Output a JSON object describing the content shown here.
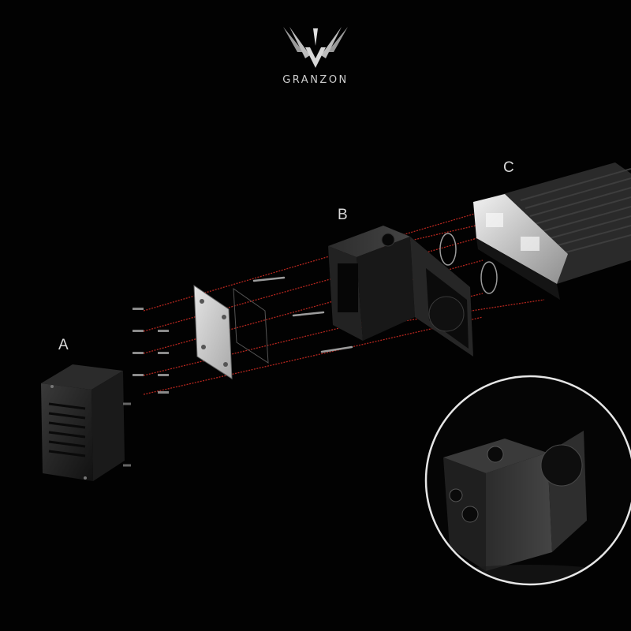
{
  "brand": {
    "name": "GRANZON",
    "logo_icon": "granzon-wing-logo-icon"
  },
  "parts": [
    {
      "id": "A",
      "label": "A"
    },
    {
      "id": "B",
      "label": "B"
    },
    {
      "id": "C",
      "label": "C"
    }
  ],
  "colors": {
    "background": "#020202",
    "guide_line": "#b3261e",
    "metal": "#1c1c1c",
    "inset_ring": "#e6e6e6"
  }
}
